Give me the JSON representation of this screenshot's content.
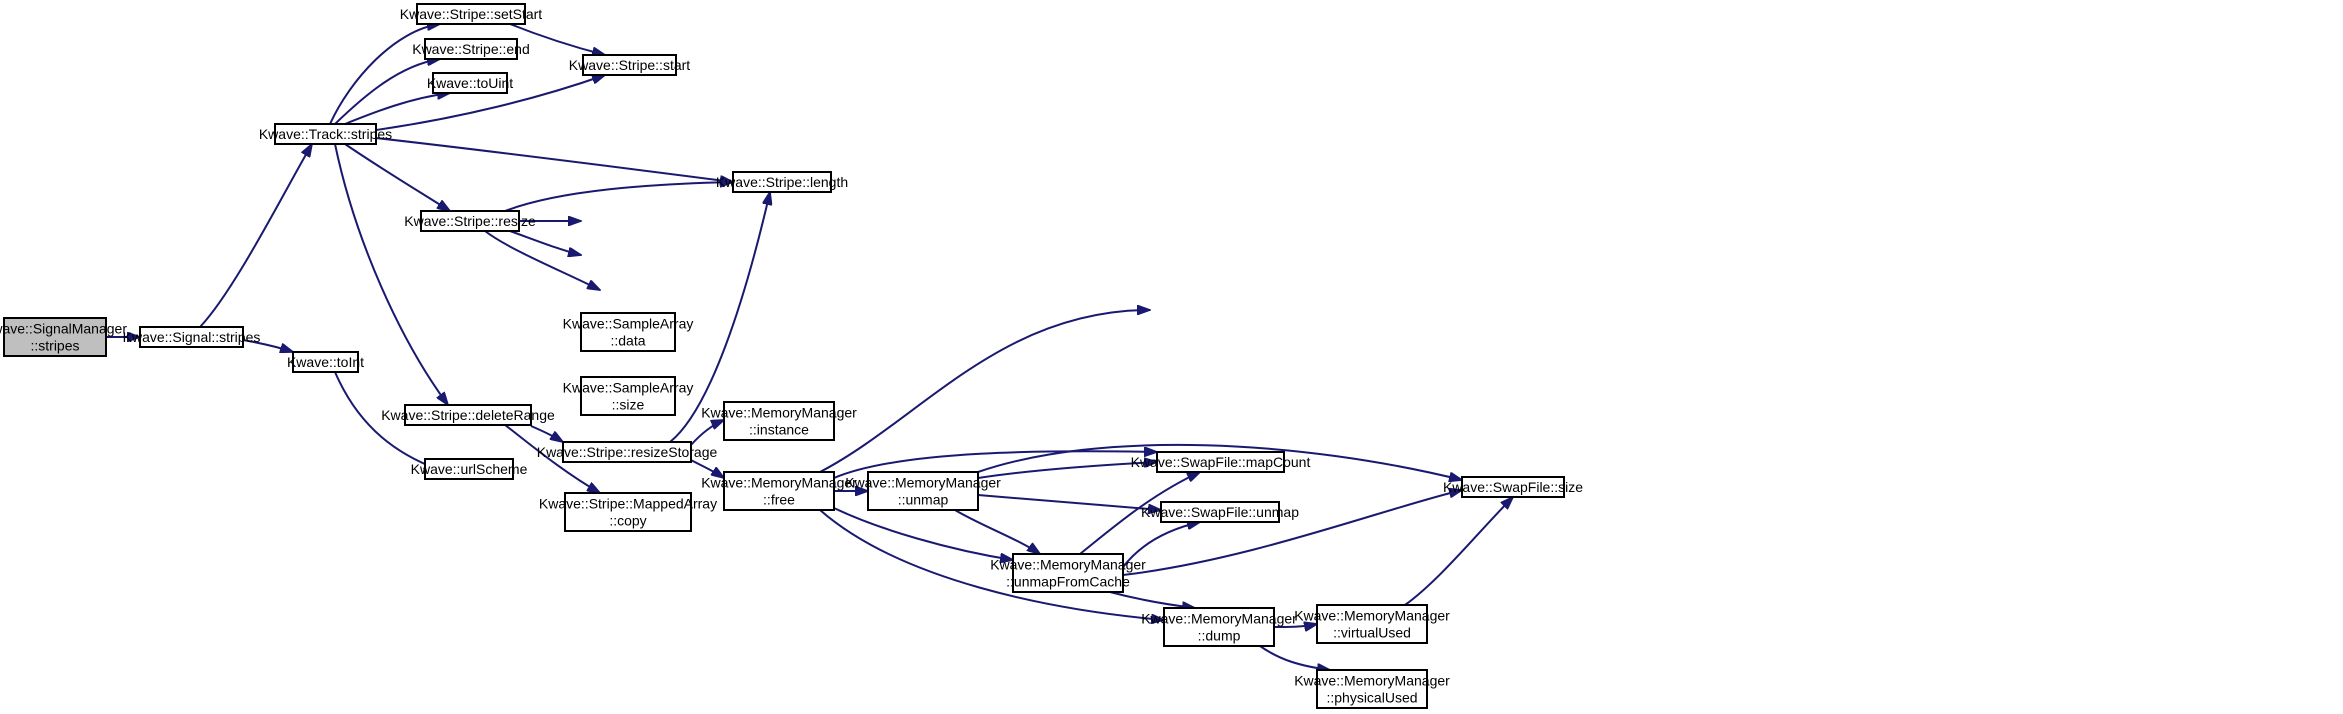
{
  "diagram": {
    "colors": {
      "edge": "#191970",
      "node_border": "#000000",
      "root_fill": "#bfbfbf",
      "node_fill": "#ffffff"
    },
    "nodes": [
      {
        "id": "signalmanager_stripes",
        "lines": [
          "Kwave::SignalManager",
          "::stripes"
        ],
        "root": true
      },
      {
        "id": "signal_stripes",
        "lines": [
          "Kwave::Signal::stripes"
        ]
      },
      {
        "id": "track_stripes",
        "lines": [
          "Kwave::Track::stripes"
        ]
      },
      {
        "id": "toint",
        "lines": [
          "Kwave::toInt"
        ]
      },
      {
        "id": "stripe_setstart",
        "lines": [
          "Kwave::Stripe::setStart"
        ]
      },
      {
        "id": "stripe_end",
        "lines": [
          "Kwave::Stripe::end"
        ]
      },
      {
        "id": "touint",
        "lines": [
          "Kwave::toUint"
        ]
      },
      {
        "id": "stripe_start",
        "lines": [
          "Kwave::Stripe::start"
        ]
      },
      {
        "id": "stripe_length",
        "lines": [
          "Kwave::Stripe::length"
        ]
      },
      {
        "id": "stripe_resize",
        "lines": [
          "Kwave::Stripe::resize"
        ]
      },
      {
        "id": "samplearray_data",
        "lines": [
          "Kwave::SampleArray",
          "::data"
        ]
      },
      {
        "id": "samplearray_size",
        "lines": [
          "Kwave::SampleArray",
          "::size"
        ]
      },
      {
        "id": "stripe_deleterange",
        "lines": [
          "Kwave::Stripe::deleteRange"
        ]
      },
      {
        "id": "urlscheme",
        "lines": [
          "Kwave::urlScheme"
        ]
      },
      {
        "id": "stripe_resizestorage",
        "lines": [
          "Kwave::Stripe::resizeStorage"
        ]
      },
      {
        "id": "mappedarray_copy",
        "lines": [
          "Kwave::Stripe::MappedArray",
          "::copy"
        ]
      },
      {
        "id": "memorymanager_instance",
        "lines": [
          "Kwave::MemoryManager",
          "::instance"
        ]
      },
      {
        "id": "memorymanager_free",
        "lines": [
          "Kwave::MemoryManager",
          "::free"
        ]
      },
      {
        "id": "memorymanager_unmap",
        "lines": [
          "Kwave::MemoryManager",
          "::unmap"
        ]
      },
      {
        "id": "swapfile_mapcount",
        "lines": [
          "Kwave::SwapFile::mapCount"
        ]
      },
      {
        "id": "swapfile_unmap",
        "lines": [
          "Kwave::SwapFile::unmap"
        ]
      },
      {
        "id": "memorymanager_unmapfromcache",
        "lines": [
          "Kwave::MemoryManager",
          "::unmapFromCache"
        ]
      },
      {
        "id": "memorymanager_dump",
        "lines": [
          "Kwave::MemoryManager",
          "::dump"
        ]
      },
      {
        "id": "memorymanager_virtualused",
        "lines": [
          "Kwave::MemoryManager",
          "::virtualUsed"
        ]
      },
      {
        "id": "memorymanager_physicalused",
        "lines": [
          "Kwave::MemoryManager",
          "::physicalUsed"
        ]
      },
      {
        "id": "swapfile_size",
        "lines": [
          "Kwave::SwapFile::size"
        ]
      }
    ],
    "edges": [
      [
        "signalmanager_stripes",
        "signal_stripes"
      ],
      [
        "signal_stripes",
        "track_stripes"
      ],
      [
        "signal_stripes",
        "toint"
      ],
      [
        "track_stripes",
        "stripe_setstart"
      ],
      [
        "track_stripes",
        "stripe_end"
      ],
      [
        "track_stripes",
        "touint"
      ],
      [
        "track_stripes",
        "stripe_start"
      ],
      [
        "track_stripes",
        "stripe_length"
      ],
      [
        "track_stripes",
        "stripe_resize"
      ],
      [
        "track_stripes",
        "stripe_deleterange"
      ],
      [
        "stripe_setstart",
        "stripe_start"
      ],
      [
        "stripe_resize",
        "stripe_length"
      ],
      [
        "stripe_resize",
        "samplearray_data"
      ],
      [
        "stripe_resize",
        "samplearray_size"
      ],
      [
        "stripe_resize",
        "stripe_resizestorage"
      ],
      [
        "toint",
        "urlscheme"
      ],
      [
        "stripe_deleterange",
        "stripe_resizestorage"
      ],
      [
        "stripe_deleterange",
        "mappedarray_copy"
      ],
      [
        "stripe_resizestorage",
        "stripe_length"
      ],
      [
        "stripe_resizestorage",
        "memorymanager_instance"
      ],
      [
        "stripe_resizestorage",
        "memorymanager_free"
      ],
      [
        "memorymanager_free",
        "swapfile_size"
      ],
      [
        "memorymanager_free",
        "swapfile_mapcount"
      ],
      [
        "memorymanager_free",
        "memorymanager_unmap"
      ],
      [
        "memorymanager_free",
        "memorymanager_unmapfromcache"
      ],
      [
        "memorymanager_free",
        "memorymanager_dump"
      ],
      [
        "memorymanager_unmap",
        "swapfile_mapcount"
      ],
      [
        "memorymanager_unmap",
        "swapfile_size"
      ],
      [
        "memorymanager_unmap",
        "swapfile_unmap"
      ],
      [
        "memorymanager_unmap",
        "memorymanager_unmapfromcache"
      ],
      [
        "memorymanager_unmapfromcache",
        "swapfile_mapcount"
      ],
      [
        "memorymanager_unmapfromcache",
        "swapfile_unmap"
      ],
      [
        "memorymanager_unmapfromcache",
        "swapfile_size"
      ],
      [
        "memorymanager_unmapfromcache",
        "memorymanager_dump"
      ],
      [
        "memorymanager_dump",
        "memorymanager_virtualused"
      ],
      [
        "memorymanager_dump",
        "memorymanager_physicalused"
      ],
      [
        "memorymanager_virtualused",
        "swapfile_size"
      ]
    ]
  }
}
